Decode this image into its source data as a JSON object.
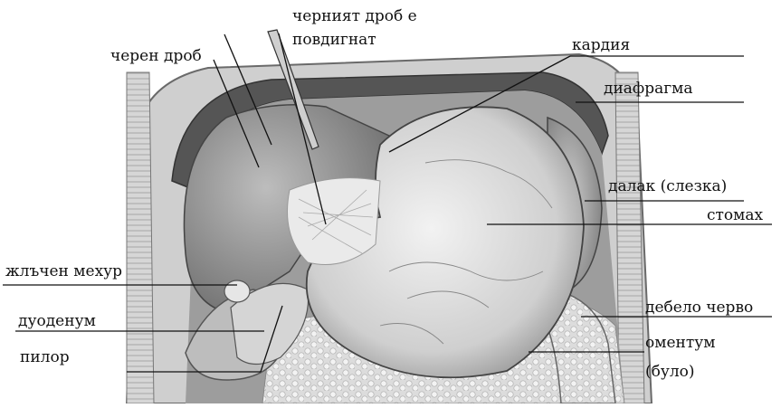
{
  "labels": {
    "liver": "черен дроб",
    "liver_raised_line1": "черният дроб е",
    "liver_raised_line2": "повдигнат",
    "cardia": "кардия",
    "diaphragm": "диафрагма",
    "spleen": "далак (слезка)",
    "stomach": "стомах",
    "gallbladder": "жлъчен мехур",
    "duodenum": "дуоденум",
    "pylorus": "пилор",
    "colon": "дебело черво",
    "omentum_line1": "оментум",
    "omentum_line2": "(було)"
  },
  "colors": {
    "background": "#ffffff",
    "organ_fill": "#d9d9d9",
    "organ_dark": "#8a8a8a",
    "line": "#111111"
  }
}
